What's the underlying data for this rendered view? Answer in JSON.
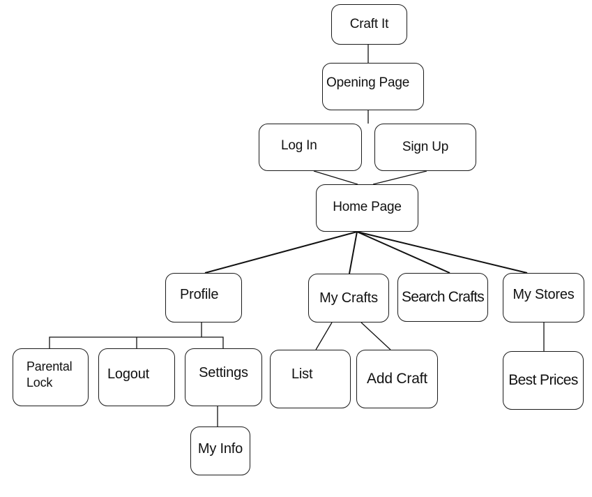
{
  "diagram": {
    "nodes": {
      "craft_it": "Craft It",
      "opening_page": "Opening Page",
      "log_in": "Log In",
      "sign_up": "Sign Up",
      "home_page": "Home Page",
      "profile": "Profile",
      "my_crafts": "My Crafts",
      "search_crafts": "Search Crafts",
      "my_stores": "My Stores",
      "parental_lock": "Parental\nLock",
      "logout": "Logout",
      "settings": "Settings",
      "list": "List",
      "add_craft": "Add Craft",
      "best_prices": "Best Prices",
      "my_info": "My Info"
    },
    "edges": [
      [
        "craft_it",
        "opening_page"
      ],
      [
        "opening_page",
        "log_in"
      ],
      [
        "opening_page",
        "sign_up"
      ],
      [
        "log_in",
        "home_page"
      ],
      [
        "sign_up",
        "home_page"
      ],
      [
        "home_page",
        "profile"
      ],
      [
        "home_page",
        "my_crafts"
      ],
      [
        "home_page",
        "search_crafts"
      ],
      [
        "home_page",
        "my_stores"
      ],
      [
        "profile",
        "parental_lock"
      ],
      [
        "profile",
        "logout"
      ],
      [
        "profile",
        "settings"
      ],
      [
        "settings",
        "my_info"
      ],
      [
        "my_crafts",
        "list"
      ],
      [
        "my_crafts",
        "add_craft"
      ],
      [
        "my_stores",
        "best_prices"
      ]
    ]
  }
}
